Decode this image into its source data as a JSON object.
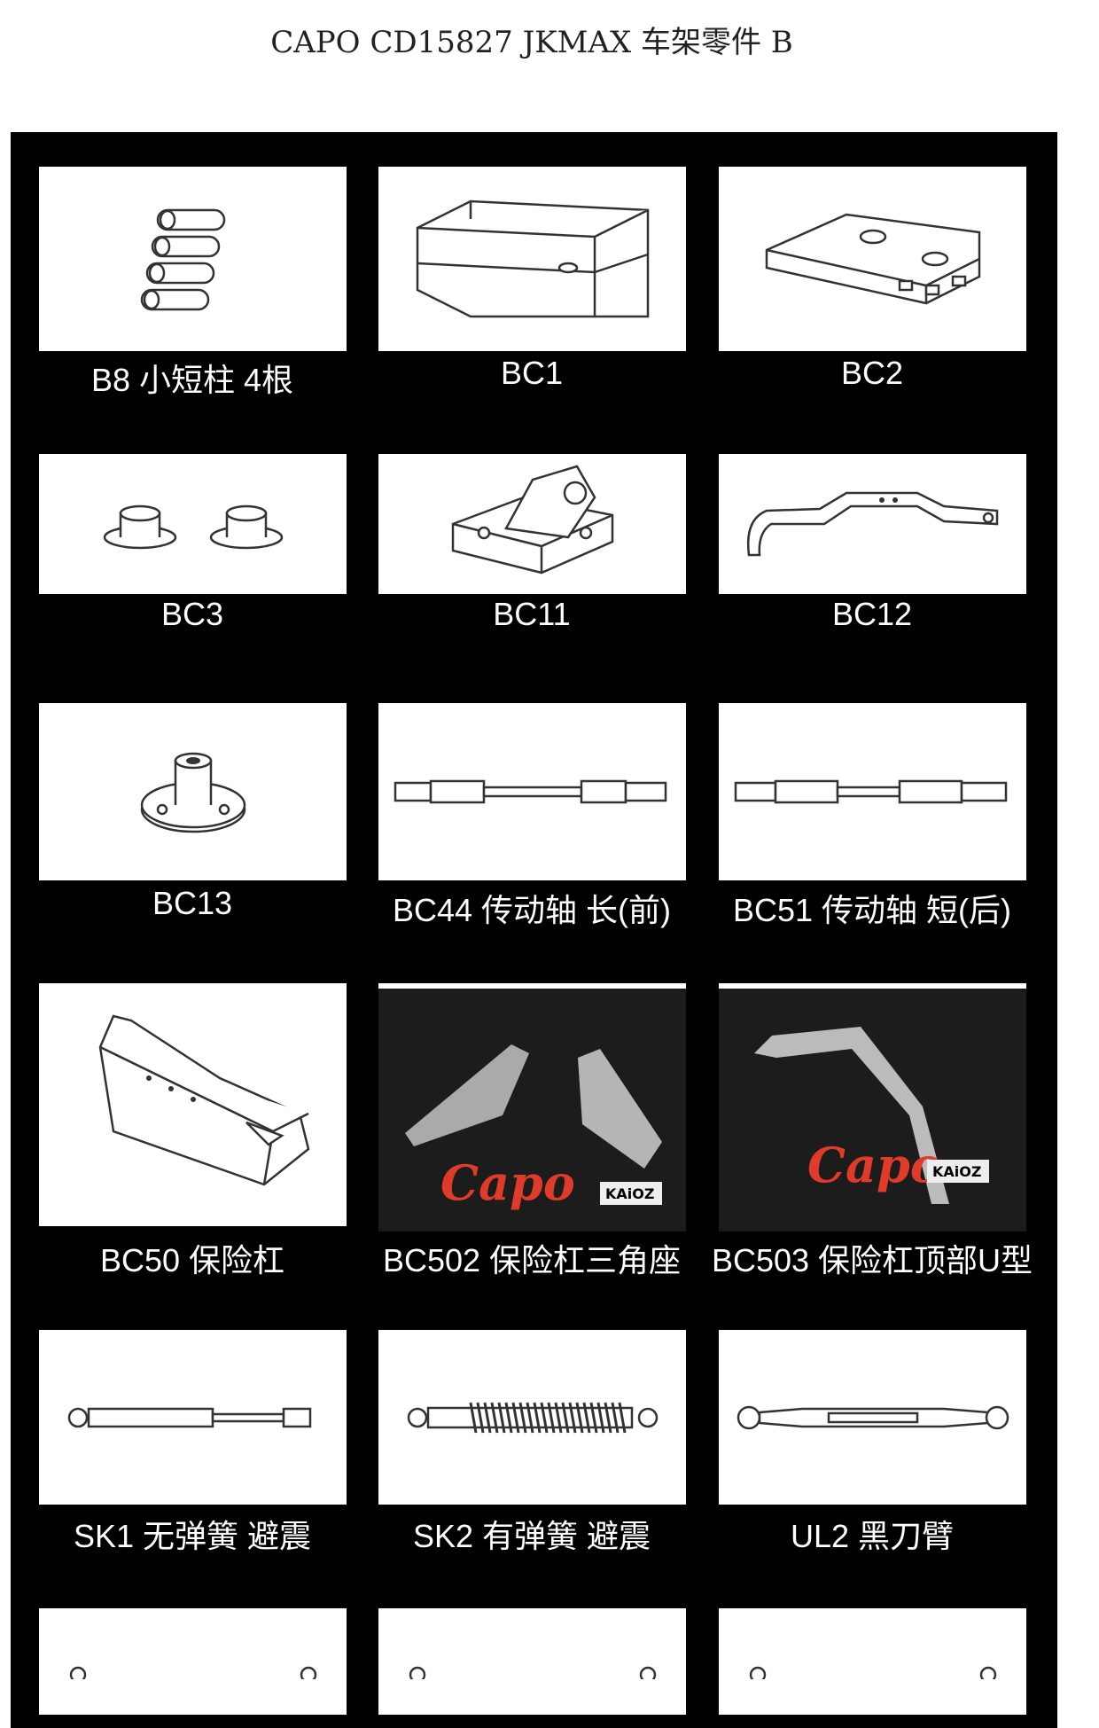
{
  "title": "CAPO CD15827 JKMAX 车架零件 B",
  "parts": [
    {
      "label": "B8 小短柱 4根",
      "icon": "short-posts-icon"
    },
    {
      "label": "BC1",
      "icon": "battery-box-icon"
    },
    {
      "label": "BC2",
      "icon": "box-lid-icon"
    },
    {
      "label": "BC3",
      "icon": "bushings-icon"
    },
    {
      "label": "BC11",
      "icon": "mount-bracket-icon"
    },
    {
      "label": "BC12",
      "icon": "frame-rail-icon"
    },
    {
      "label": "BC13",
      "icon": "flange-post-icon"
    },
    {
      "label": "BC44 传动轴 长(前)",
      "icon": "driveshaft-long-icon"
    },
    {
      "label": "BC51 传动轴 短(后)",
      "icon": "driveshaft-short-icon"
    },
    {
      "label": "BC50 保险杠",
      "icon": "bumper-icon"
    },
    {
      "label": "BC502 保险杠三角座",
      "icon": "bumper-gusset-photo",
      "logo": "Capo",
      "sublogo": "KAiOZ"
    },
    {
      "label": "BC503 保险杠顶部U型",
      "icon": "bumper-u-bar-photo",
      "logo": "Capo",
      "sublogo": "KAiOZ"
    },
    {
      "label": "SK1 无弹簧 避震",
      "icon": "shock-no-spring-icon"
    },
    {
      "label": "SK2 有弹簧 避震",
      "icon": "shock-spring-icon"
    },
    {
      "label": "UL2 黑刀臂",
      "icon": "link-arm-icon"
    },
    {
      "label": "",
      "icon": "part-icon"
    },
    {
      "label": "",
      "icon": "part-icon"
    },
    {
      "label": "",
      "icon": "part-icon"
    }
  ]
}
